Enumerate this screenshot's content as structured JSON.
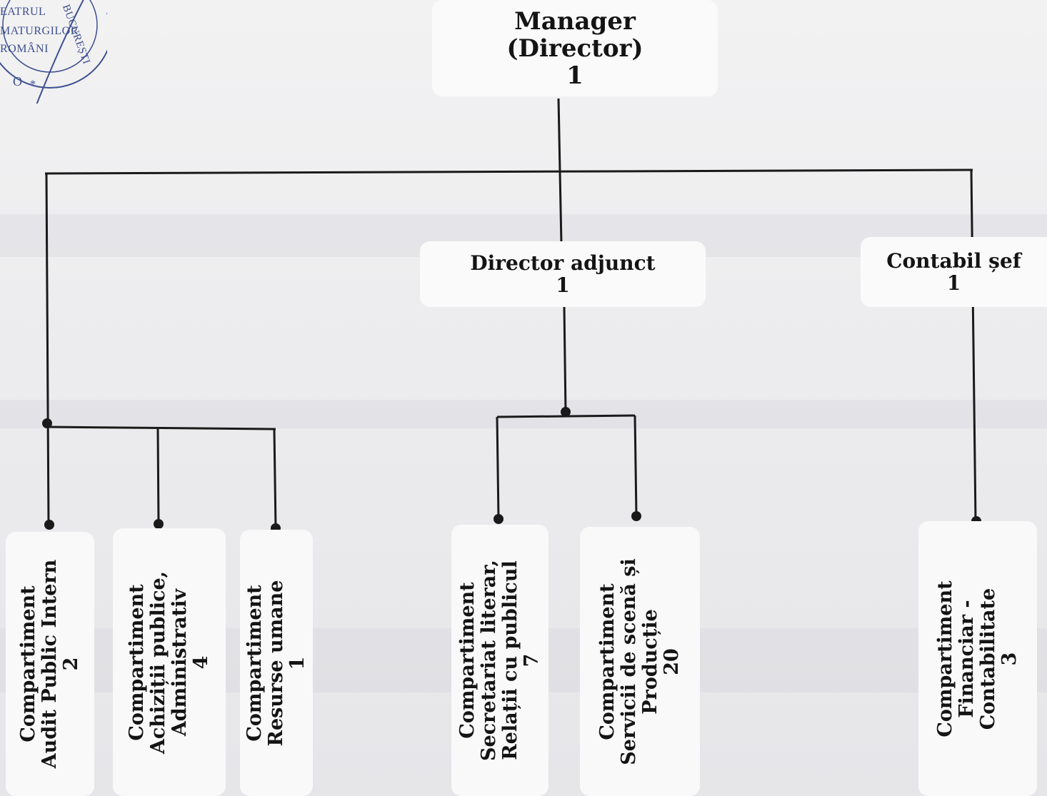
{
  "stamp": {
    "lines": [
      "EATRUL",
      "MATURGILOR",
      "ROMÂNI"
    ],
    "ring_text": "BUCUREȘTI",
    "color": "#3d4f8f"
  },
  "nodes": {
    "manager": {
      "title_lines": [
        "Manager",
        "(Director)"
      ],
      "count": "1"
    },
    "deputy": {
      "title_lines": [
        "Director adjunct"
      ],
      "count": "1"
    },
    "chief_accountant": {
      "title_lines": [
        "Contabil șef"
      ],
      "count": "1"
    }
  },
  "compartments": [
    {
      "id": "audit",
      "lines": [
        "Compartiment",
        "Audit Public Intern"
      ],
      "count": "2"
    },
    {
      "id": "achizitii",
      "lines": [
        "Compartiment",
        "Achiziții publice,",
        "Administrativ"
      ],
      "count": "4"
    },
    {
      "id": "resurse",
      "lines": [
        "Compartiment",
        "Resurse umane"
      ],
      "count": "1"
    },
    {
      "id": "secretariat",
      "lines": [
        "Compartiment",
        "Secretariat literar,",
        "Relații cu publicul"
      ],
      "count": "7"
    },
    {
      "id": "servicii",
      "lines": [
        "Compartiment",
        "Servicii de scenă și",
        "Producție"
      ],
      "count": "20"
    },
    {
      "id": "financiar",
      "lines": [
        "Compartiment",
        "Financiar -",
        "Contabilitate"
      ],
      "count": "3"
    }
  ],
  "colors": {
    "line": "#1a1a1a",
    "box": "#fafafa",
    "text": "#141414"
  }
}
